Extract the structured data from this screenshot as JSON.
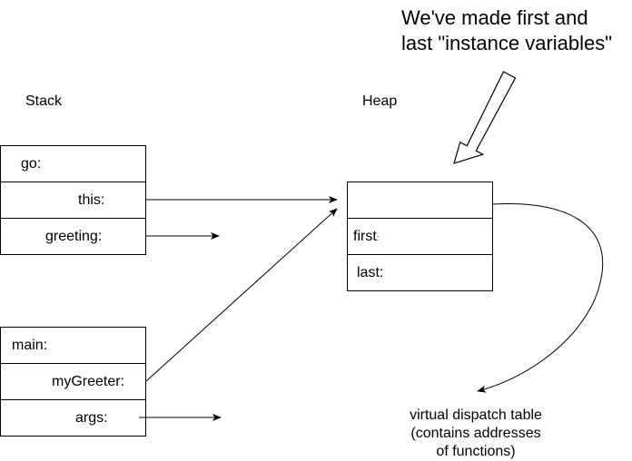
{
  "annotation": {
    "line1": "We've made first and",
    "line2": "last \"instance variables\""
  },
  "stack": {
    "label": "Stack",
    "go_frame": {
      "go": "go:",
      "this": "this:",
      "greeting": "greeting:"
    },
    "main_frame": {
      "main": "main:",
      "myGreeter": "myGreeter:",
      "args": "args:"
    }
  },
  "heap": {
    "label": "Heap",
    "object": {
      "header": "",
      "first": "first",
      "first_suffix": ":",
      "last": "last:"
    }
  },
  "vtable": {
    "line1": "virtual dispatch table",
    "line2": "(contains addresses",
    "line3": "of functions)"
  }
}
